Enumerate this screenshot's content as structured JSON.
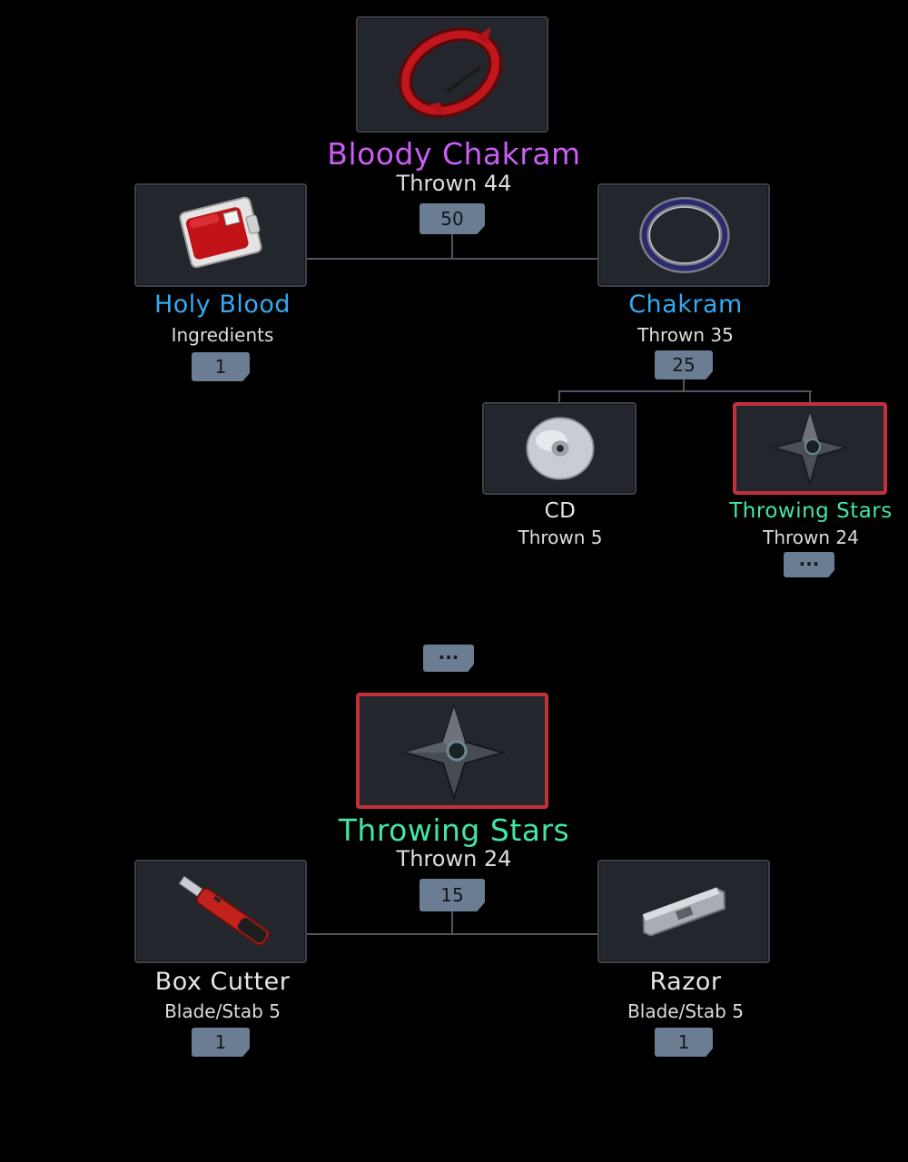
{
  "tree1": {
    "root": {
      "name": "Bloody Chakram",
      "sub": "Thrown 44",
      "count": "50",
      "name_color": "#cb5df5"
    },
    "left": {
      "name": "Holy Blood",
      "sub": "Ingredients",
      "count": "1",
      "name_color": "#35a9f2"
    },
    "right": {
      "name": "Chakram",
      "sub": "Thrown 35",
      "count": "25",
      "name_color": "#35a9f2"
    },
    "cd": {
      "name": "CD",
      "sub": "Thrown 5",
      "name_color": "#e6e6e6"
    },
    "stars": {
      "name": "Throwing Stars",
      "sub": "Thrown 24",
      "more": "···",
      "name_color": "#44e6a0"
    }
  },
  "middle_more": "···",
  "tree2": {
    "root": {
      "name": "Throwing Stars",
      "sub": "Thrown 24",
      "count": "15",
      "name_color": "#44e6a0"
    },
    "left": {
      "name": "Box Cutter",
      "sub": "Blade/Stab 5",
      "count": "1",
      "name_color": "#e6e6e6"
    },
    "right": {
      "name": "Razor",
      "sub": "Blade/Stab 5",
      "count": "1",
      "name_color": "#e6e6e6"
    }
  }
}
